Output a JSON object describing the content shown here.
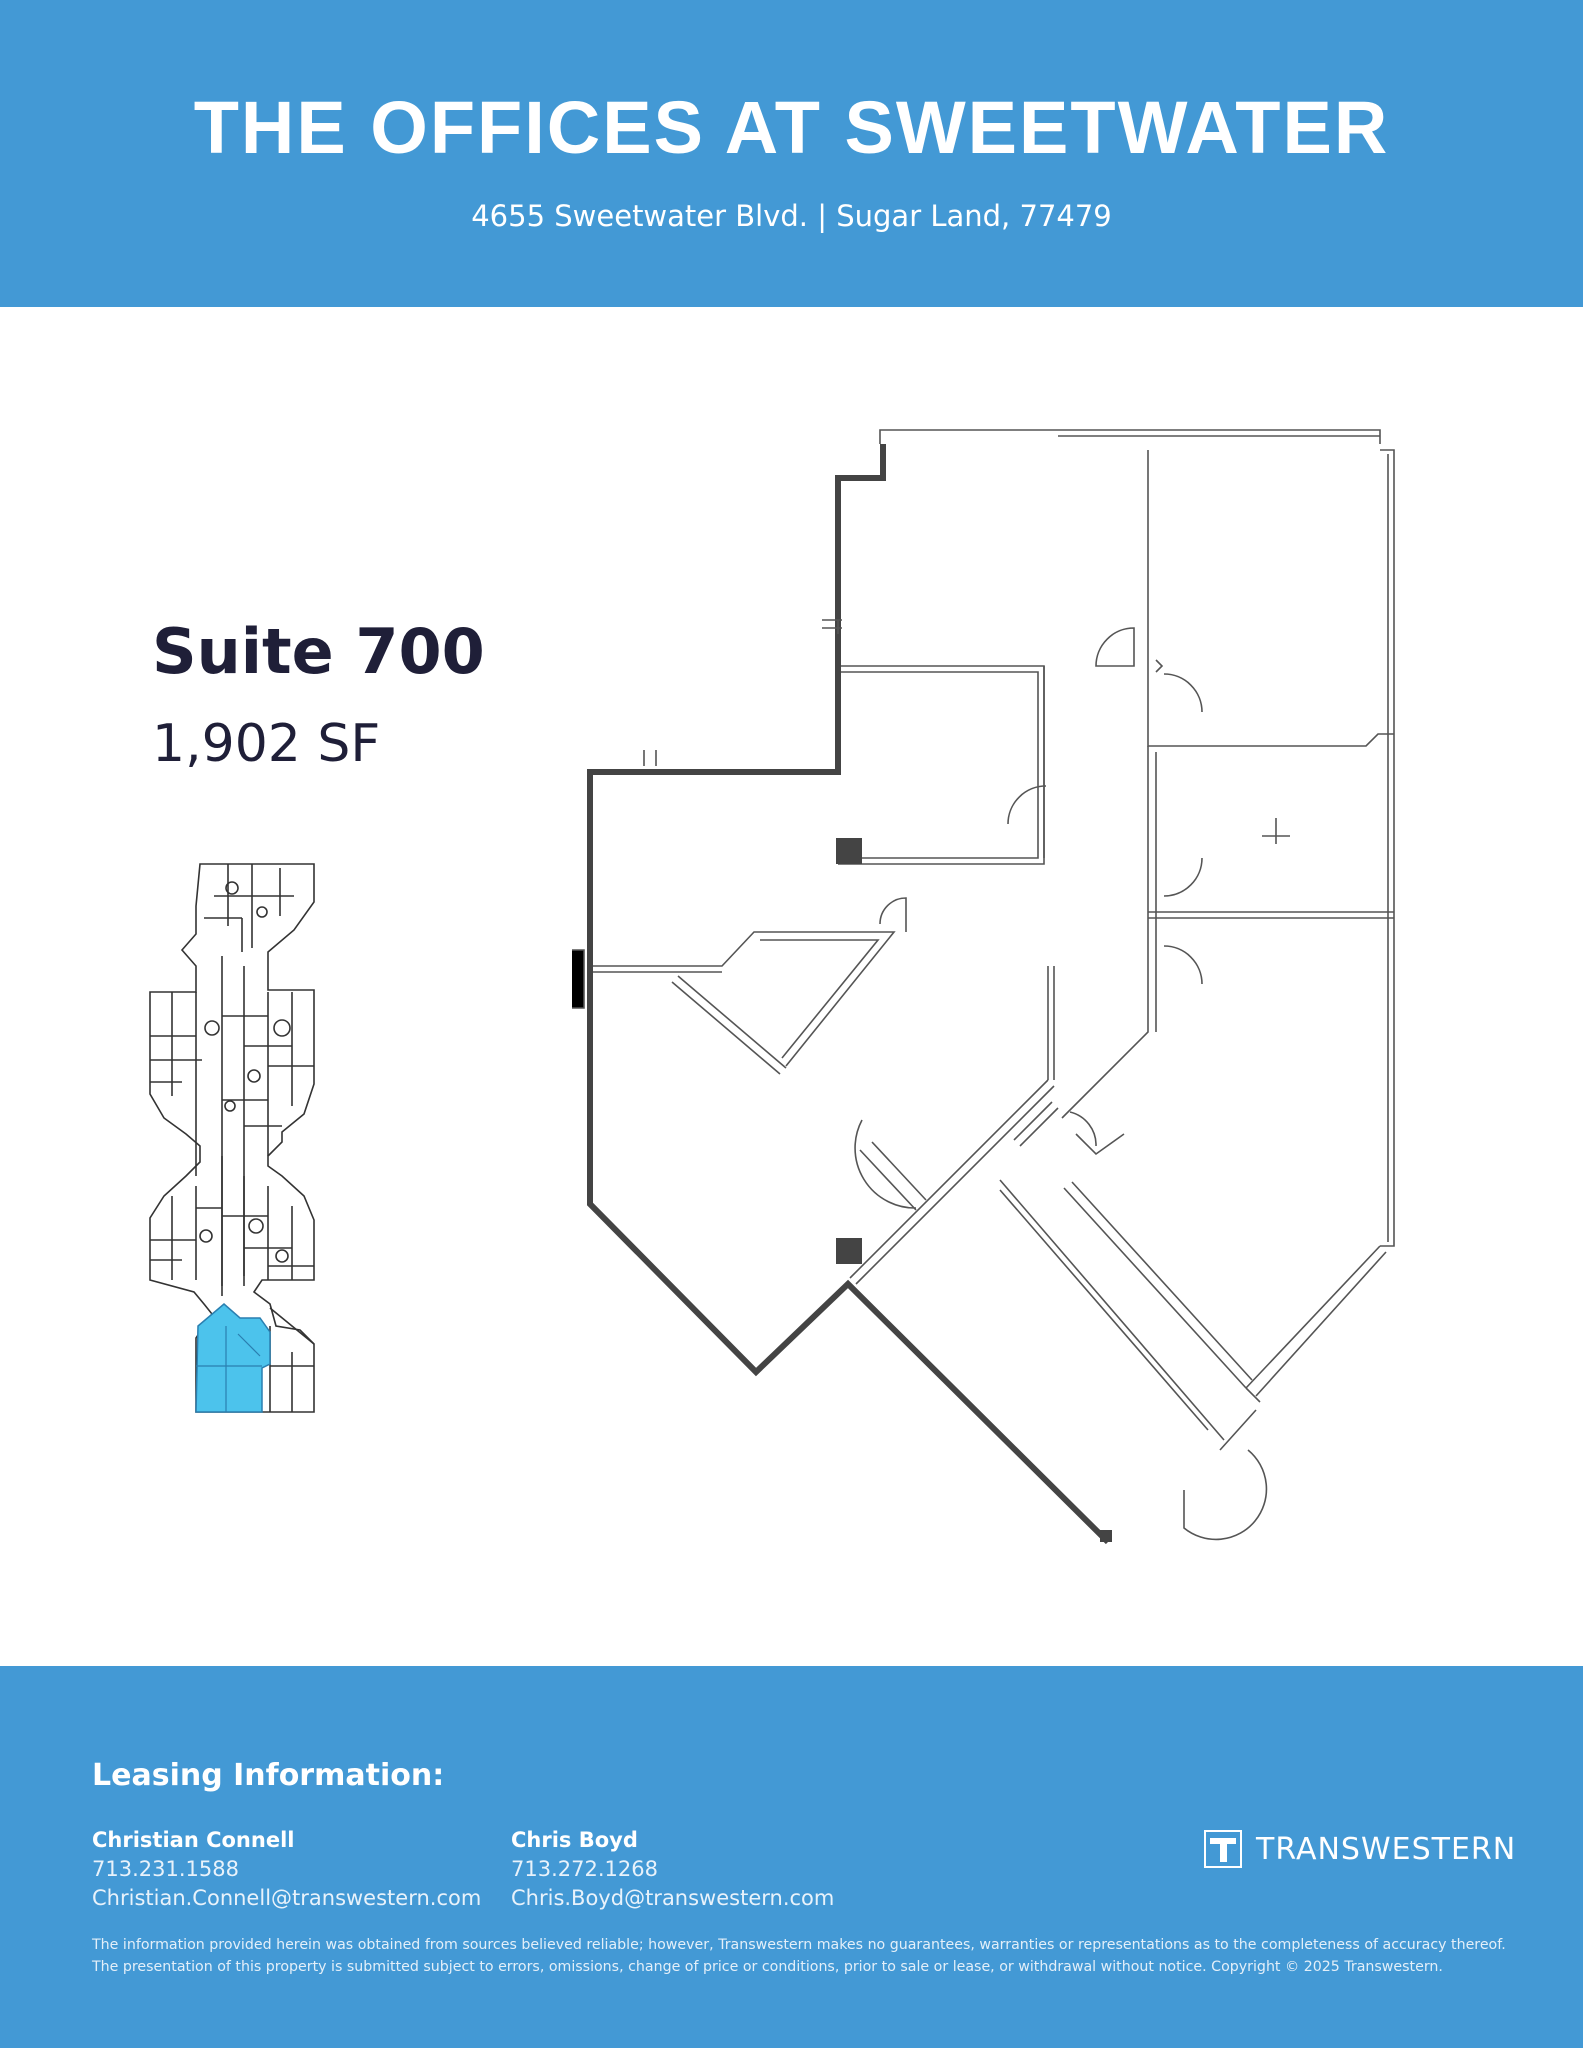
{
  "header": {
    "title": "THE OFFICES AT SWEETWATER",
    "address": "4655 Sweetwater Blvd. | Sugar Land, 77479"
  },
  "suite": {
    "name": "Suite 700",
    "area": "1,902 SF"
  },
  "footer": {
    "heading": "Leasing Information:",
    "contacts": [
      {
        "name": "Christian Connell",
        "phone": "713.231.1588",
        "email": "Christian.Connell@transwestern.com"
      },
      {
        "name": "Chris Boyd",
        "phone": "713.272.1268",
        "email": "Chris.Boyd@transwestern.com"
      }
    ],
    "logo_text": "TRANSWESTERN",
    "disclaimer_1": "The information provided herein was obtained from sources believed reliable; however, Transwestern makes no guarantees, warranties or representations as to the completeness of accuracy thereof.",
    "disclaimer_2": "The presentation of this property is submitted subject to errors, omissions, change of price or conditions, prior to sale or lease, or withdrawal without notice. Copyright © 2025 Transwestern."
  },
  "colors": {
    "brand_blue": "#4399d5",
    "highlight": "#4cc3ec",
    "text_dark": "#1f1f38",
    "wall": "#444444"
  },
  "icons": {
    "logo": "transwestern-logo-icon"
  }
}
